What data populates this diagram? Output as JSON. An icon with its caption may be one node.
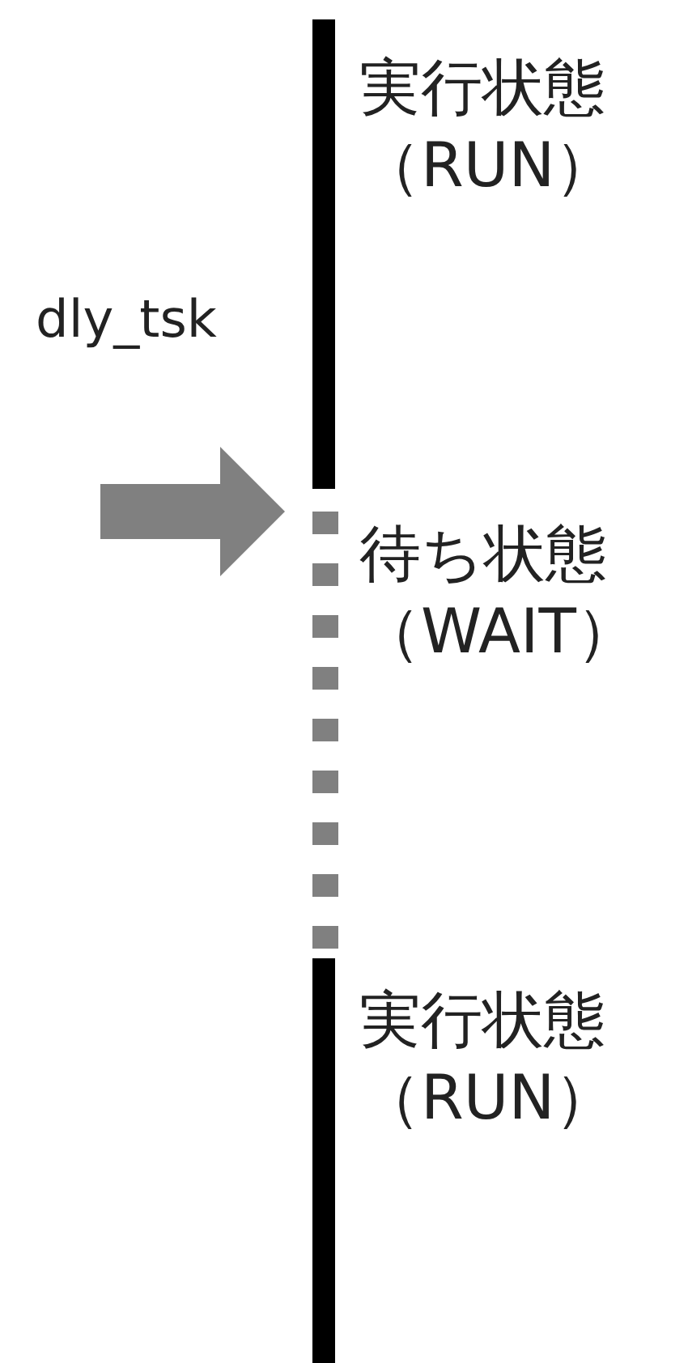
{
  "diagram": {
    "nodes": [
      {
        "text": [],
        "shape": "bar",
        "beside": [
          "実行状態（RUN）"
        ]
      },
      {
        "text": [],
        "shape": "bar",
        "beside": [
          "待ち状態（WAIT）"
        ]
      },
      {
        "text": [],
        "shape": "bar",
        "beside": [
          "実行状態（RUN）"
        ]
      }
    ],
    "edges": [
      {
        "from": null,
        "to": 1,
        "arrow": "to",
        "style": "thick"
      }
    ],
    "labels": [
      "dly_tsk"
    ]
  }
}
